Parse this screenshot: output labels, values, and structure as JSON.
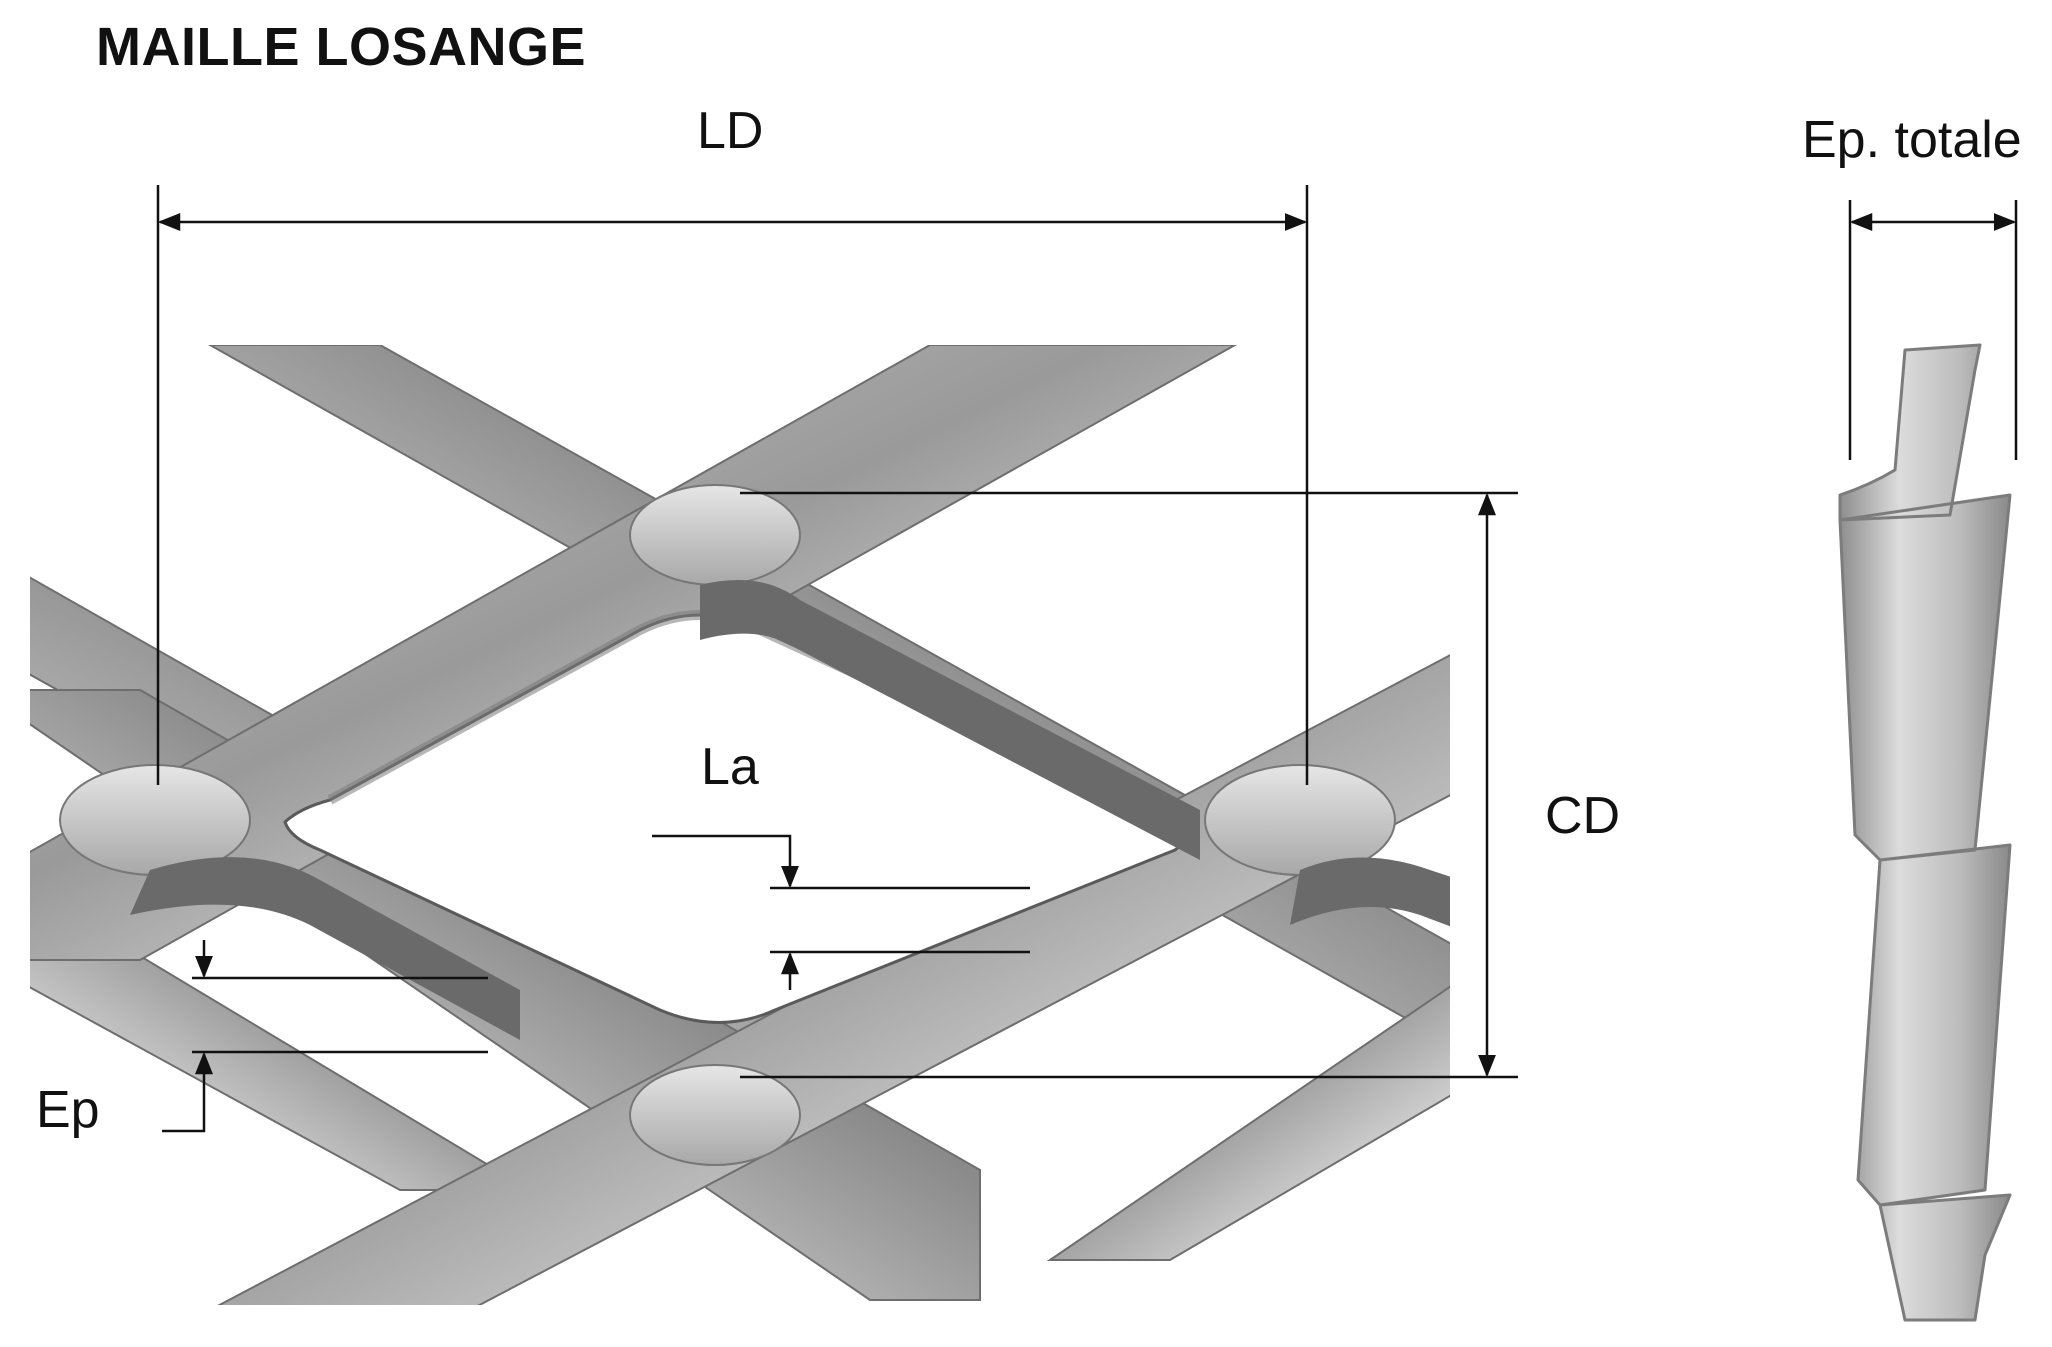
{
  "title": "MAILLE LOSANGE",
  "labels": {
    "ld": "LD",
    "cd": "CD",
    "la": "La",
    "ep": "Ep",
    "ep_totale": "Ep. totale"
  }
}
